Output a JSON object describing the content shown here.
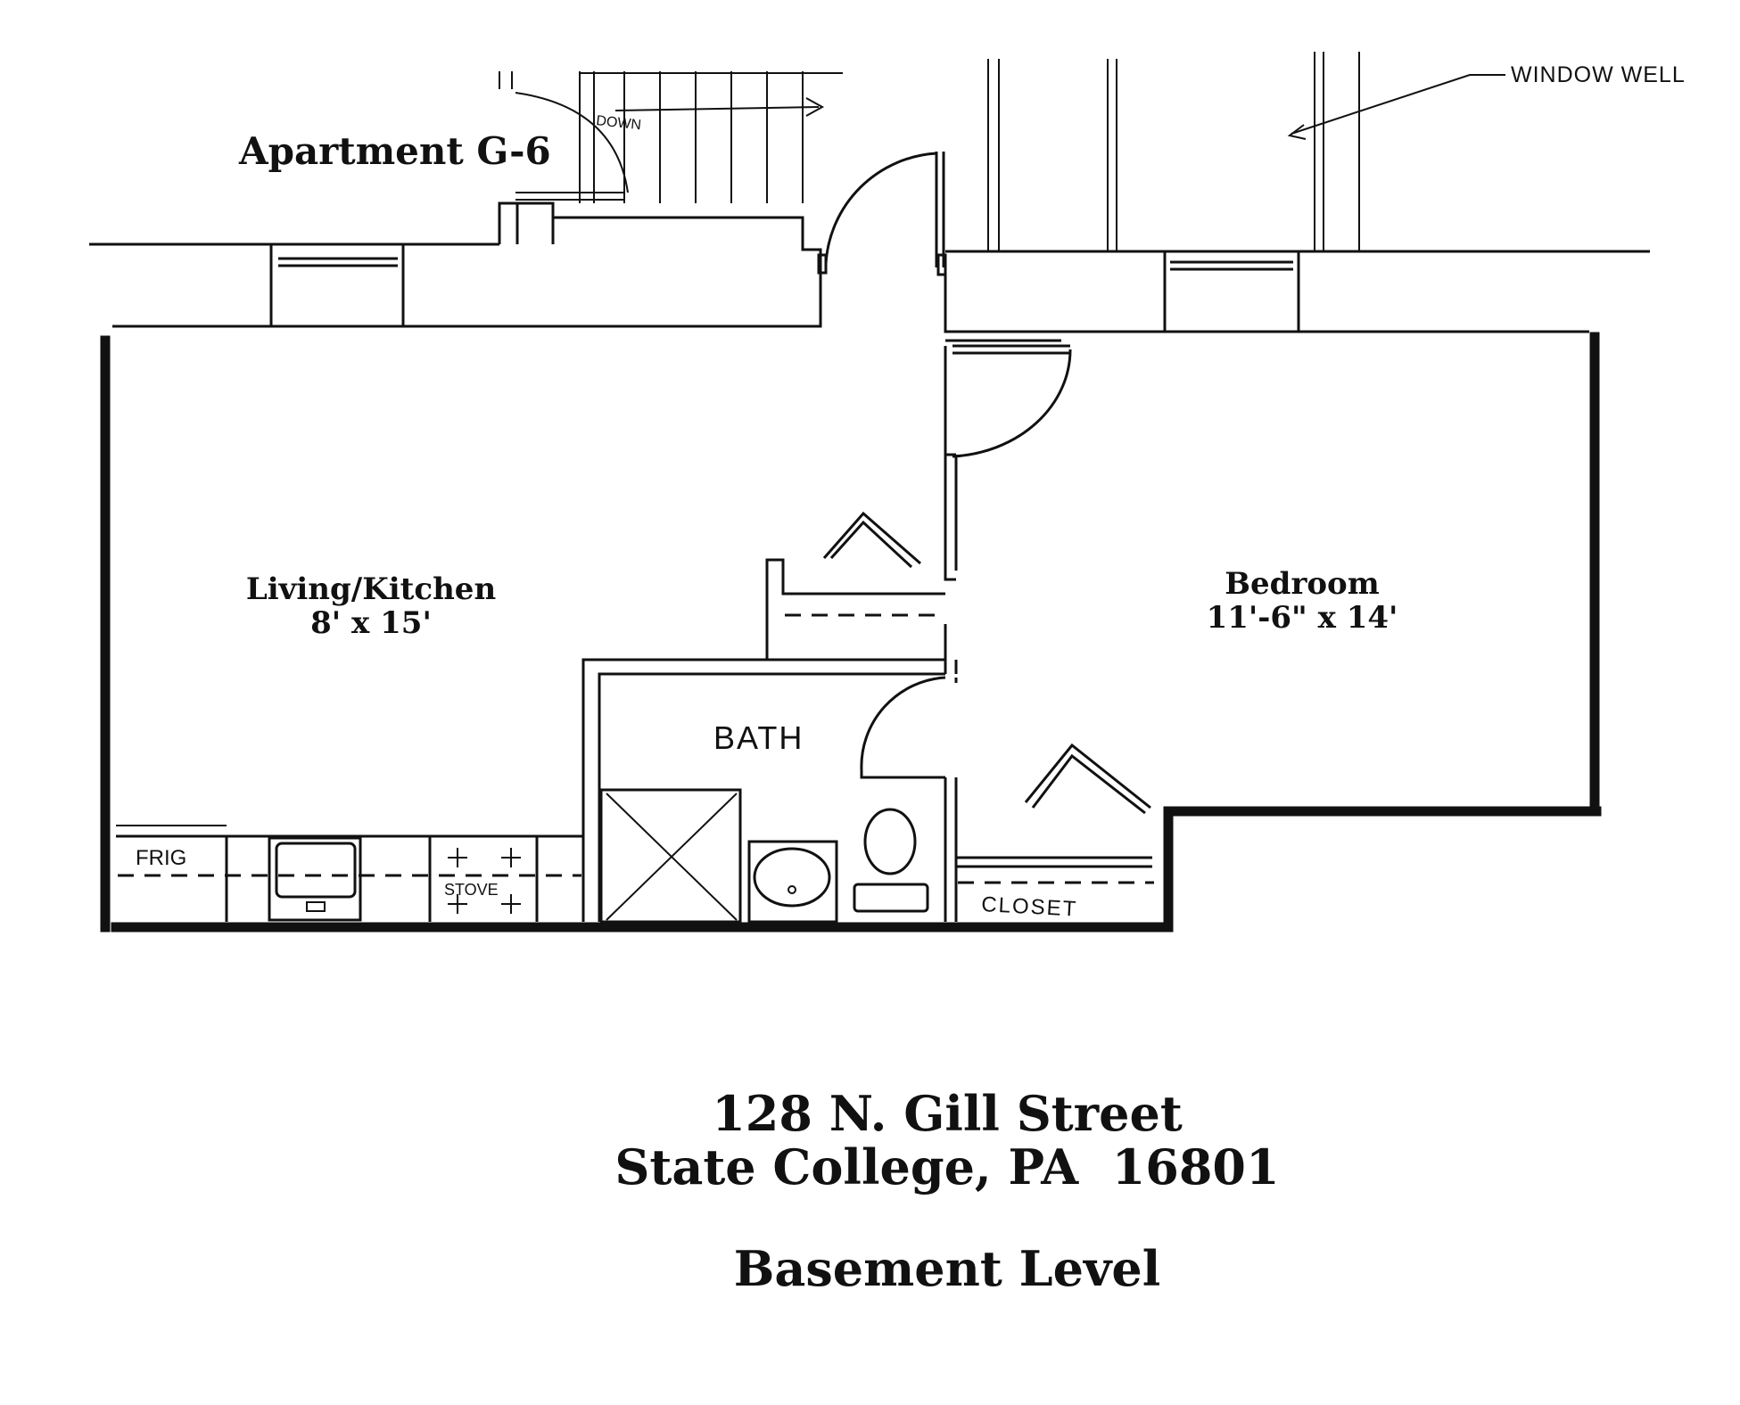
{
  "title": "Apartment G-6",
  "annotations": {
    "window_well": "WINDOW WELL",
    "down": "DOWN"
  },
  "rooms": {
    "living_kitchen": {
      "name": "Living/Kitchen",
      "size": "8' x 15'"
    },
    "bedroom": {
      "name": "Bedroom",
      "size": "11'-6\" x 14'"
    },
    "bath": {
      "name": "BATH"
    }
  },
  "fixtures": {
    "frig": "FRIG",
    "stove": "STOVE",
    "closet": "CLOSET"
  },
  "address": {
    "street": "128 N. Gill Street",
    "city": "State College, PA  16801"
  },
  "level": "Basement Level"
}
